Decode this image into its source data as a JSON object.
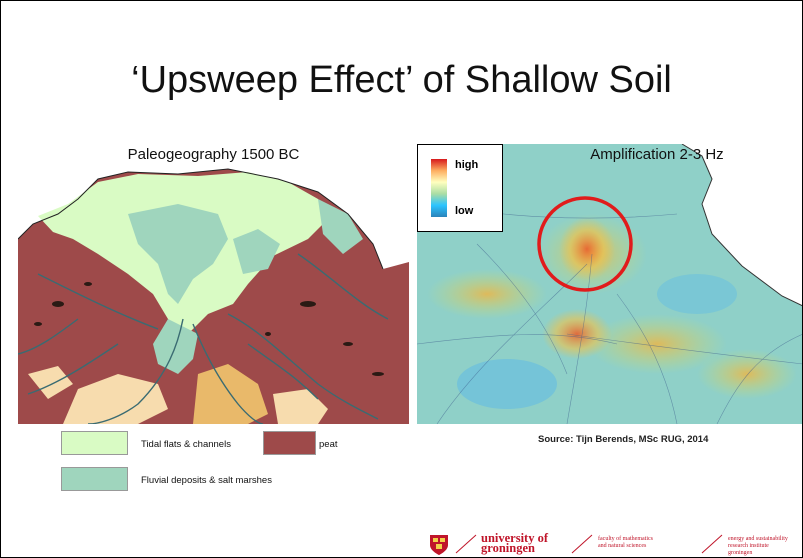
{
  "slide": {
    "title": "‘Upsweep Effect’ of Shallow Soil"
  },
  "left_map": {
    "title": "Paleogeography 1500 BC"
  },
  "right_map": {
    "title": "Amplification 2-3 Hz",
    "legend_high": "high",
    "legend_low": "low",
    "highlight_color": "#e11b1b"
  },
  "legend": {
    "items": [
      {
        "label": "Tidal flats & channels",
        "color": "#d9fbc4"
      },
      {
        "label": "peat",
        "color": "#9e4a4a"
      },
      {
        "label": "Fluvial deposits & salt marshes",
        "color": "#9fd5bd"
      }
    ]
  },
  "source": "Source: Tijn Berends, MSc RUG, 2014",
  "footer": {
    "university_line1": "university of",
    "university_line2": "groningen",
    "faculty_line1": "faculty of mathematics",
    "faculty_line2": "and natural sciences",
    "institute_line1": "energy and sustainability",
    "institute_line2": "research institute",
    "institute_line3": "groningen",
    "brand_color": "#c0152a"
  }
}
